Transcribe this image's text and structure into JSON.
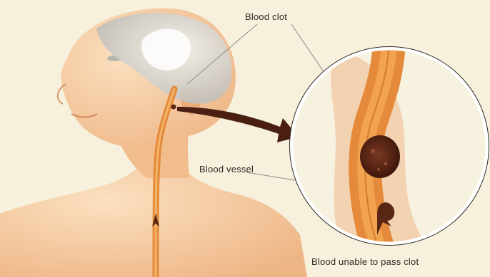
{
  "labels": {
    "blood_clot": "Blood clot",
    "blood_vessel": "Blood vessel",
    "blood_unable": "Blood unable to pass clot"
  },
  "colors": {
    "background": "#f6f0dc",
    "skin": "#f4c79a",
    "skin_shadow": "#e7a977",
    "brain": "#d8d6ce",
    "vessel": "#e48a3a",
    "vessel_dark": "#c0601f",
    "clot": "#5a2614",
    "arrow": "#4a1f12",
    "leader": "#8a8a8a"
  }
}
